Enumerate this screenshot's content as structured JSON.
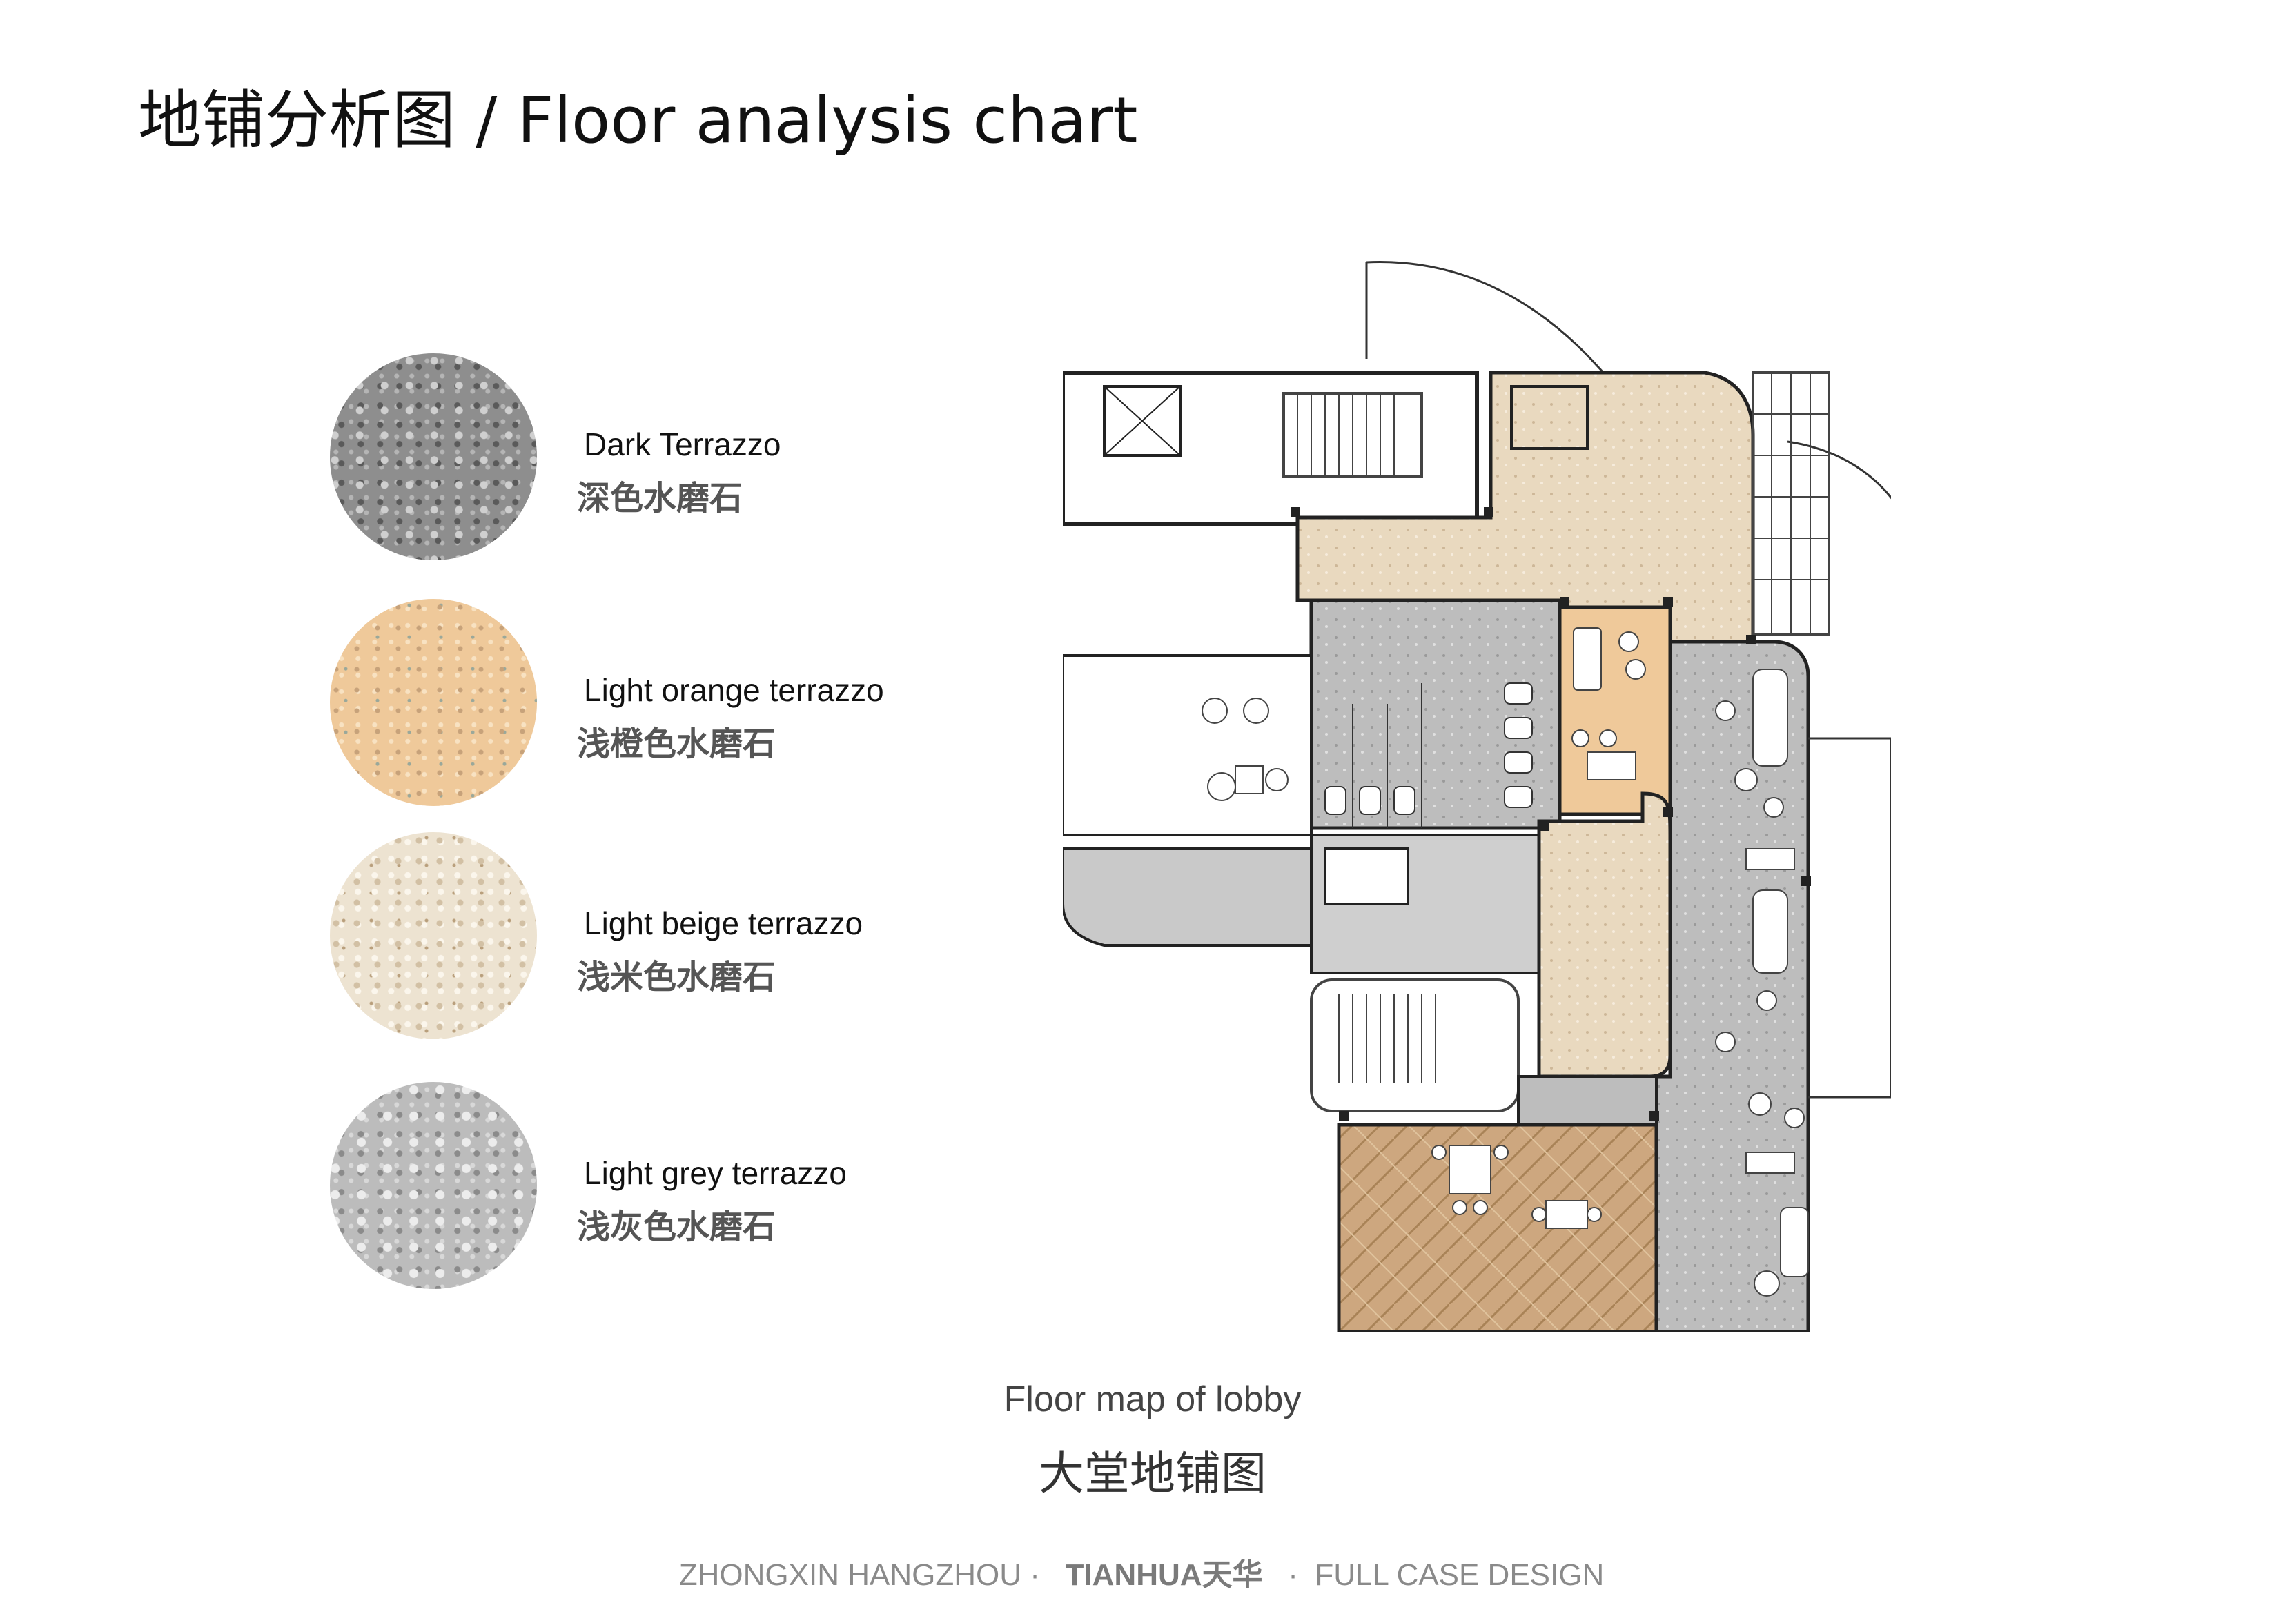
{
  "title": "地铺分析图 / Floor analysis chart",
  "materials": [
    {
      "en": "Dark Terrazzo",
      "zh": "深色水磨石",
      "color": "#8e8e8e"
    },
    {
      "en": "Light orange terrazzo",
      "zh": "浅橙色水磨石",
      "color": "#efc99a"
    },
    {
      "en": "Light beige terrazzo",
      "zh": "浅米色水磨石",
      "color": "#ede3d1"
    },
    {
      "en": "Light grey terrazzo",
      "zh": "浅灰色水磨石",
      "color": "#bcbcbc"
    }
  ],
  "plan": {
    "wood_floor_color": "#cda77f",
    "caption_en": "Floor map of lobby",
    "caption_zh": "大堂地铺图"
  },
  "footer": {
    "left": "ZHONGXIN HANGZHOU",
    "brand": "TIANHUA天华",
    "right": "FULL CASE DESIGN"
  }
}
